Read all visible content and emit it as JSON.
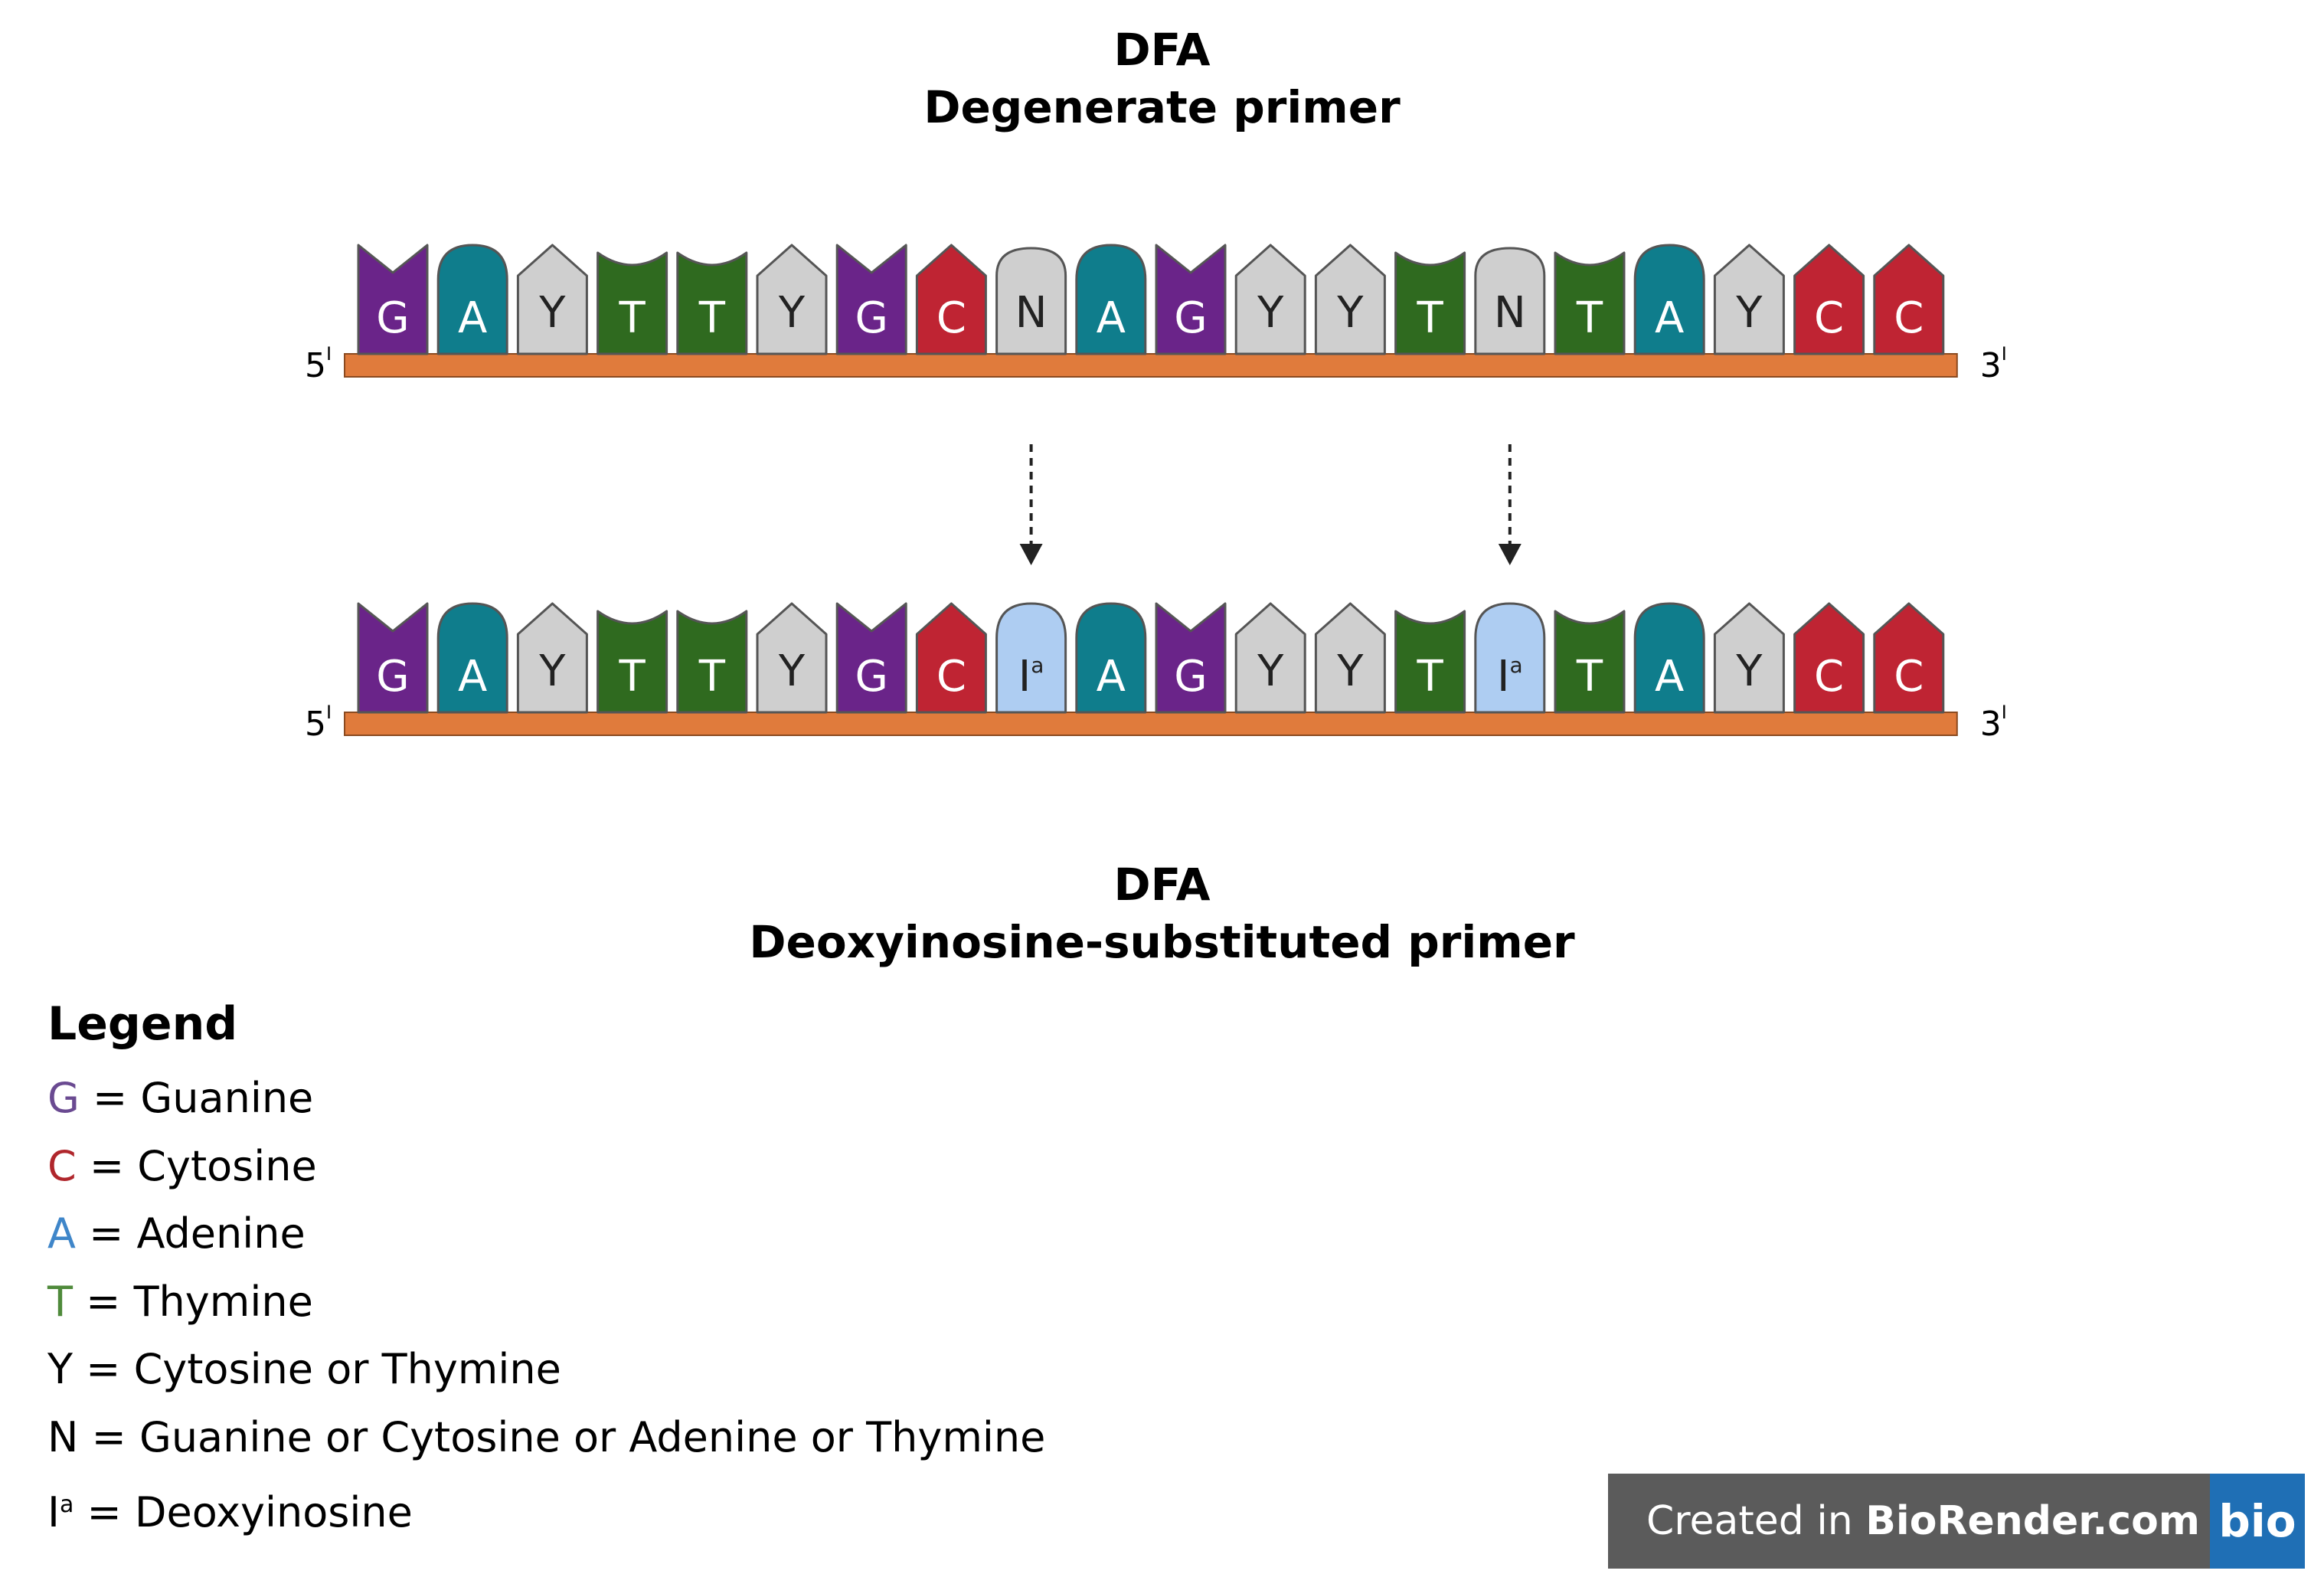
{
  "titles": {
    "top_line1": "DFA",
    "top_line2": "Degenerate primer",
    "bottom_line1": "DFA",
    "bottom_line2": "Deoxyinosine-substituted primer"
  },
  "strand_ends": {
    "five": "5",
    "three": "3",
    "prime_mark": "I"
  },
  "strands": [
    {
      "id": "degenerate",
      "bases": [
        "G",
        "A",
        "Y",
        "T",
        "T",
        "Y",
        "G",
        "C",
        "N",
        "A",
        "G",
        "Y",
        "Y",
        "T",
        "N",
        "T",
        "A",
        "Y",
        "C",
        "C"
      ]
    },
    {
      "id": "deoxyinosine",
      "bases": [
        "G",
        "A",
        "Y",
        "T",
        "T",
        "Y",
        "G",
        "C",
        "I",
        "A",
        "G",
        "Y",
        "Y",
        "T",
        "I",
        "T",
        "A",
        "Y",
        "C",
        "C"
      ]
    }
  ],
  "inosine_superscript": "a",
  "arrow_positions": [
    8,
    14
  ],
  "colors": {
    "G": "#6a2489",
    "A": "#0f7d8c",
    "Y": "#cfcfcf",
    "T": "#2f6a1f",
    "C": "#bf2433",
    "N": "#cfcfcf",
    "I": "#aecdf2",
    "backbone": "#e07b3c",
    "legend_G": "#6a4a91",
    "legend_C": "#b0262c",
    "legend_A": "#3f86c9",
    "legend_T": "#4f8a3b"
  },
  "legend": {
    "heading": "Legend",
    "items": [
      {
        "letter": "G",
        "text": " = Guanine"
      },
      {
        "letter": "C",
        "text": " = Cytosine"
      },
      {
        "letter": "A",
        "text": " = Adenine"
      },
      {
        "letter": "T",
        "text": " = Thymine"
      },
      {
        "letter": "Y",
        "text": " = Cytosine or Thymine"
      },
      {
        "letter": "N",
        "text": " = Guanine or Cytosine or Adenine or Thymine"
      },
      {
        "letter": "I",
        "sup": "a",
        "text": " = Deoxyinosine"
      }
    ]
  },
  "badge": {
    "prefix": "Created in ",
    "brand": "BioRender.com",
    "logo": "bio"
  }
}
